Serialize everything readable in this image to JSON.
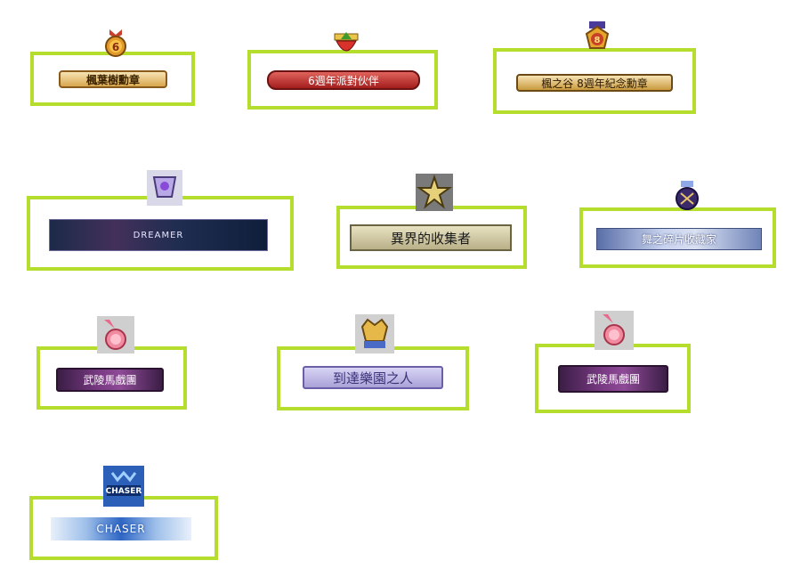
{
  "medals": [
    {
      "title": "楓葉樹勳章",
      "prefix": "6"
    },
    {
      "title": "6週年派對伙伴"
    },
    {
      "title": "楓之谷 8週年紀念勳章",
      "prefix": "8"
    },
    {
      "title": "DREAMER"
    },
    {
      "title": "異界的收集者"
    },
    {
      "title": "舞之碎片收藏家"
    },
    {
      "title": "武陵馬戲團"
    },
    {
      "title": "到達樂園之人"
    },
    {
      "title": "武陵馬戲團"
    },
    {
      "title": "CHASER",
      "icon_text": "CHASER"
    }
  ],
  "colors": {
    "card_border": "#b5dd2d"
  }
}
